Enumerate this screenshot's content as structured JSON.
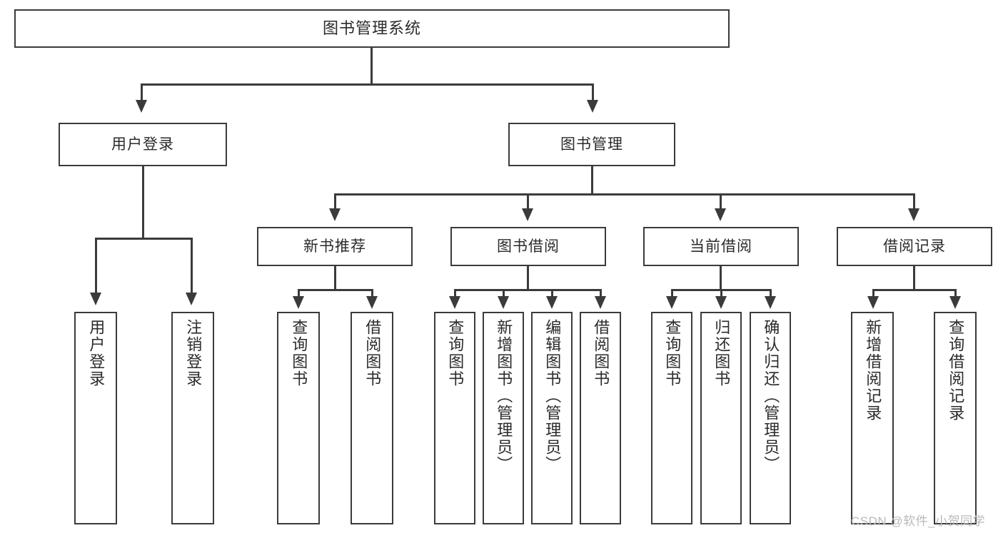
{
  "diagram": {
    "title": "图书管理系统",
    "root": {
      "label": "图书管理系统"
    },
    "level1": [
      {
        "label": "用户登录"
      },
      {
        "label": "图书管理"
      }
    ],
    "level2": [
      {
        "label": "新书推荐"
      },
      {
        "label": "图书借阅"
      },
      {
        "label": "当前借阅"
      },
      {
        "label": "借阅记录"
      }
    ],
    "leaves": {
      "user_login": [
        {
          "label": "用户登录"
        },
        {
          "label": "注销登录"
        }
      ],
      "new_book": [
        {
          "label": "查询图书"
        },
        {
          "label": "借阅图书"
        }
      ],
      "borrow": [
        {
          "label": "查询图书"
        },
        {
          "label": "新增图书（管理员）"
        },
        {
          "label": "编辑图书（管理员）"
        },
        {
          "label": "借阅图书"
        }
      ],
      "current": [
        {
          "label": "查询图书"
        },
        {
          "label": "归还图书"
        },
        {
          "label": "确认归还（管理员）"
        }
      ],
      "records": [
        {
          "label": "新增借阅记录"
        },
        {
          "label": "查询借阅记录"
        }
      ]
    }
  },
  "watermark": {
    "text": "CSDN @软件_小贺同学"
  },
  "colors": {
    "stroke": "#3b3b3b",
    "text": "#2b2b2b",
    "background": "#ffffff",
    "watermark": "#b9b9b9"
  }
}
